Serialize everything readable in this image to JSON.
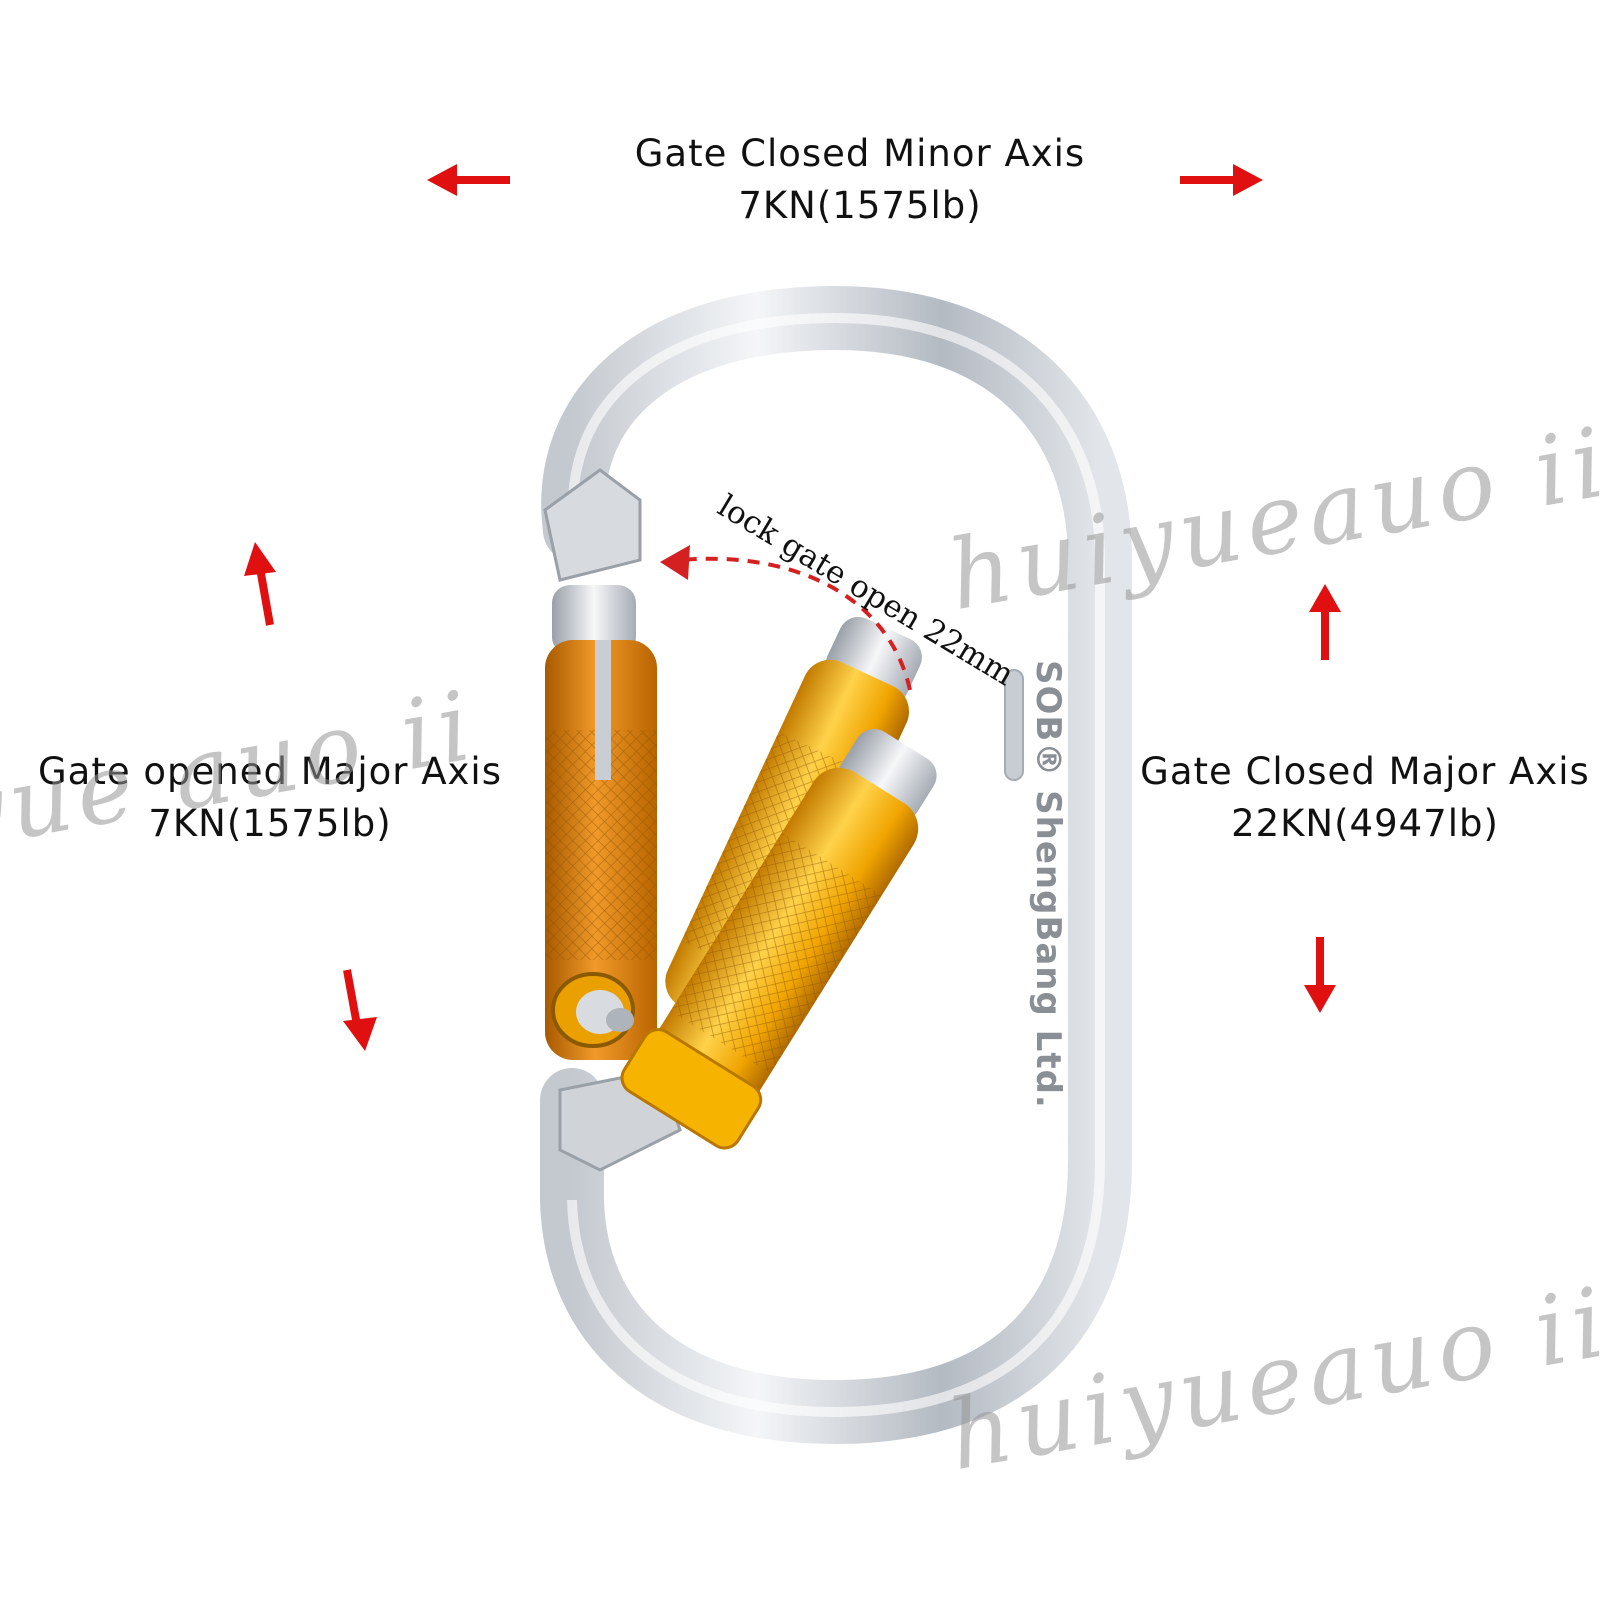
{
  "labels": {
    "minor_axis": {
      "title": "Gate Closed Minor Axis",
      "value": "7KN(1575lb)"
    },
    "gate_opened_major": {
      "title": "Gate opened Major Axis",
      "value": "7KN(1575lb)"
    },
    "gate_closed_major": {
      "title": "Gate Closed Major Axis",
      "value": "22KN(4947lb)"
    }
  },
  "gate_opening": "lock gate open 22mm",
  "brand_engraving": "SOB® ShengBang Ltd.",
  "watermarks": [
    "huiyueauo ii",
    "huiyueauo ii",
    "yue auo ii"
  ],
  "colors": {
    "arrow": "#e01010",
    "dashed_arc": "#d42020",
    "metal_light": "#eef0f3",
    "metal_mid": "#b9bec5",
    "gate_gold": "#f0a800",
    "gate_orange": "#d97a10"
  }
}
